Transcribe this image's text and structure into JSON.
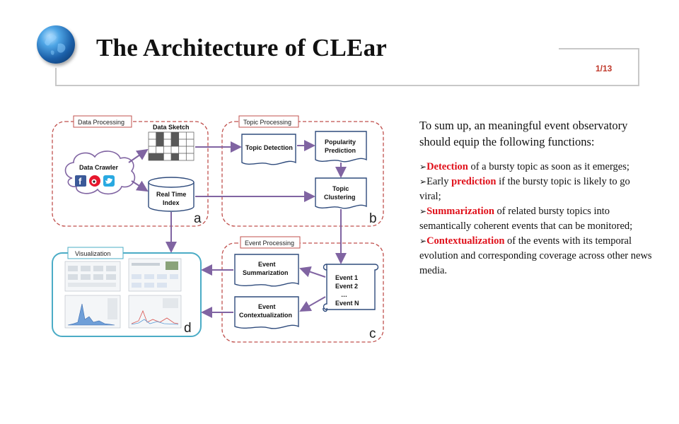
{
  "slide": {
    "title": "The Architecture of CLEar",
    "page_number": "1/13"
  },
  "diagram": {
    "panels": {
      "a": {
        "label": "Data Processing",
        "letter": "a"
      },
      "b": {
        "label": "Topic Processing",
        "letter": "b"
      },
      "c": {
        "label": "Event Processing",
        "letter": "c"
      },
      "d": {
        "label": "Visualization",
        "letter": "d"
      }
    },
    "nodes": {
      "data_sketch": "Data Sketch",
      "data_crawler": "Data Crawler",
      "real_time_line1": "Real Time",
      "real_time_line2": "Index",
      "topic_detection": "Topic Detection",
      "popularity_line1": "Popularity",
      "popularity_line2": "Prediction",
      "topic_clustering_line1": "Topic",
      "topic_clustering_line2": "Clustering",
      "event_summ_line1": "Event",
      "event_summ_line2": "Summarization",
      "event_ctx_line1": "Event",
      "event_ctx_line2": "Contextualization",
      "events": [
        "Event  1",
        "Event  2",
        "…",
        "Event  N"
      ]
    },
    "icons": [
      "facebook-icon",
      "weibo-icon",
      "twitter-icon"
    ],
    "colors": {
      "dashed_border": "#c0504d",
      "visualization_border": "#4bacc6",
      "arrow": "#8064a2",
      "doc_stroke": "#2f4b7c"
    }
  },
  "summary": {
    "intro": "To sum up, an meaningful event observatory should equip the following functions:",
    "bullets": [
      {
        "marker": "➢",
        "highlight": "Detection",
        "rest": " of a bursty topic as soon as it emerges;"
      },
      {
        "marker": "➢",
        "prefix": "Early ",
        "highlight": "prediction",
        "rest": " if the bursty topic is likely to go viral;"
      },
      {
        "marker": "➢",
        "highlight": "Summarization",
        "rest": " of related bursty topics into semantically coherent events that can be monitored;"
      },
      {
        "marker": "➢",
        "highlight": "Contextualization",
        "rest": " of the events with its temporal evolution and corresponding coverage across other news media."
      }
    ]
  }
}
